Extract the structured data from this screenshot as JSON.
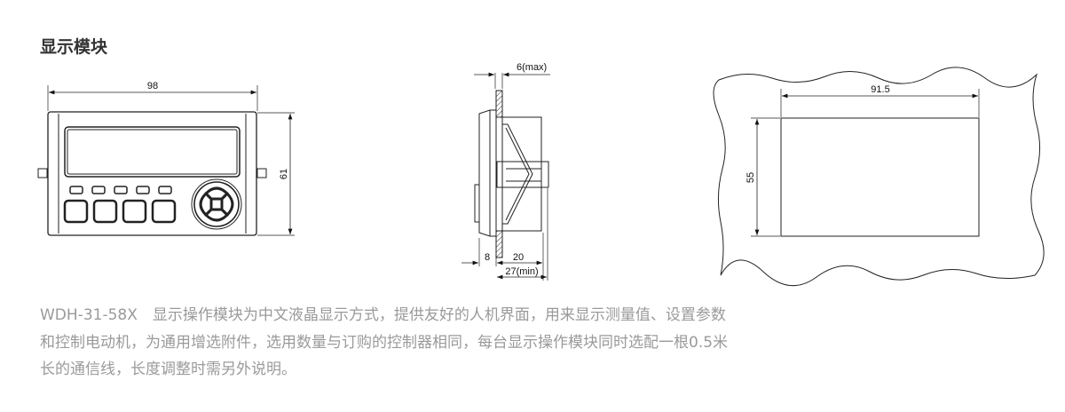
{
  "section_title": "显示模块",
  "front_view": {
    "width_label": "98",
    "height_label": "61"
  },
  "side_view": {
    "panel_label": "6(max)",
    "front_depth_label": "8",
    "rear_depth_label": "20",
    "total_depth_label": "27(min)"
  },
  "cutout_view": {
    "width_label": "91.5",
    "height_label": "55"
  },
  "description": {
    "lines": [
      "WDH-31-58X　显示操作模块为中文液晶显示方式，提供友好的人机界面，用来显示测量值、设置参数",
      "和控制电动机，为通用增选附件，选用数量与订购的控制器相同，每台显示操作模块同时选配一根0.5米",
      "长的通信线，长度调整时需另外说明。"
    ]
  }
}
